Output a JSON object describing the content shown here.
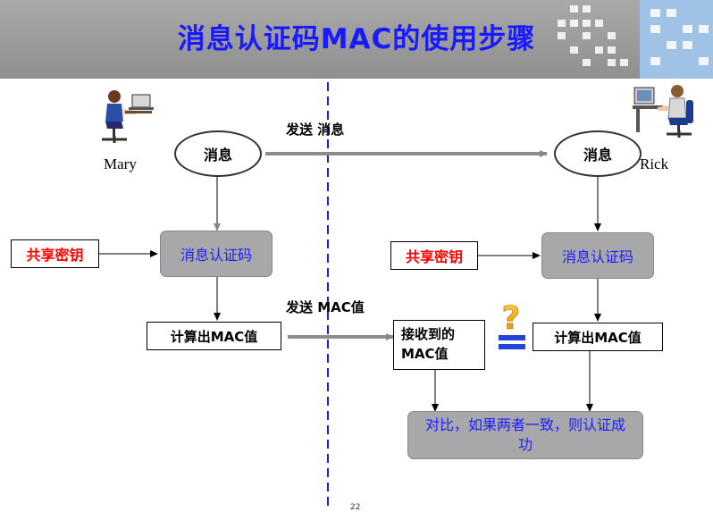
{
  "title": "消息认证码MAC的使用步骤",
  "sender": {
    "name": "Mary",
    "icon": "person-at-laptop-icon"
  },
  "receiver": {
    "name": "Rick",
    "icon": "person-at-computer-icon"
  },
  "send_message_label": "发送 消息",
  "send_mac_label": "发送 MAC值",
  "left": {
    "message": "消息",
    "shared_key": "共享密钥",
    "mac_algorithm": "消息认证码",
    "computed_mac": "计算出MAC值"
  },
  "right": {
    "message": "消息",
    "shared_key": "共享密钥",
    "mac_algorithm": "消息认证码",
    "computed_mac": "计算出MAC值",
    "received_mac": "接收到的MAC值",
    "compare_result": "对比，如果两者一致，则认证成功"
  },
  "equals_symbol": "=",
  "question_symbol": "?",
  "page_number": "22",
  "colors": {
    "title": "#1a1aff",
    "key_text": "#ff0000",
    "box_text": "#1d1dff",
    "box_fill": "#a8a8ab",
    "divider": "#1a1aff"
  }
}
